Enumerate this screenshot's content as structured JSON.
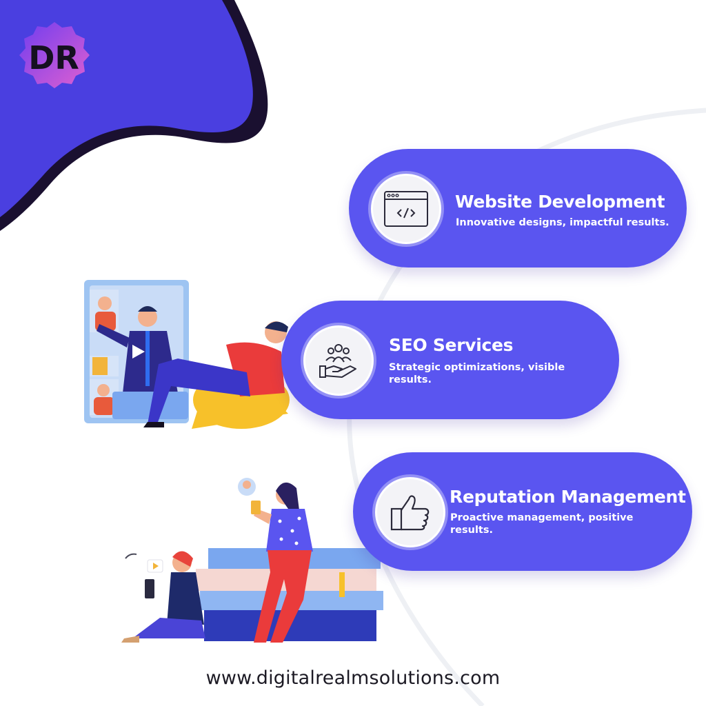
{
  "brand": {
    "logo_letters": "DR",
    "colors": {
      "primary": "#5a55f0",
      "blob": "#4a3fe0",
      "blob_shadow": "#1a1030",
      "logo_gradient_start": "#6f3df0",
      "logo_gradient_end": "#e060d0"
    }
  },
  "services": [
    {
      "title": "Website Development",
      "subtitle": "Innovative designs, impactful results.",
      "icon": "code-window-icon"
    },
    {
      "title": "SEO Services",
      "subtitle": "Strategic optimizations, visible results.",
      "icon": "hand-people-icon"
    },
    {
      "title": "Reputation Management",
      "subtitle": "Proactive management, positive results.",
      "icon": "thumbs-up-icon"
    }
  ],
  "footer": {
    "url": "www.digitalrealmsolutions.com"
  }
}
